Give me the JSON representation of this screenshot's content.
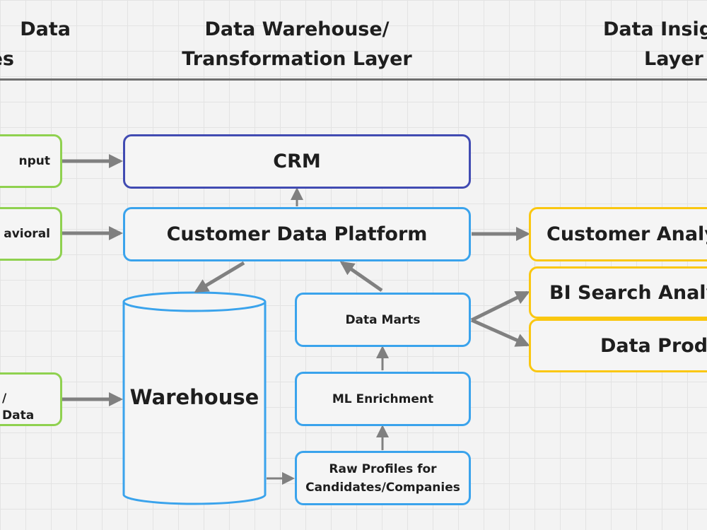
{
  "headers": {
    "sources": [
      "Data",
      "es"
    ],
    "warehouse": [
      "Data Warehouse/",
      "Transformation Layer"
    ],
    "insights": [
      "Data Insig",
      "Layer"
    ]
  },
  "sources": {
    "input": "nput",
    "behavioral": "avioral",
    "third": [
      "/",
      "Data"
    ]
  },
  "nodes": {
    "crm": "CRM",
    "cdp": "Customer Data Platform",
    "warehouse": "Warehouse",
    "data_marts": "Data Marts",
    "ml_enrichment": "ML Enrichment",
    "raw_profiles": [
      "Raw Profiles for",
      "Candidates/Companies"
    ]
  },
  "insights": {
    "customer_analytics": "Customer Analy",
    "bi_search": "BI Search Analy",
    "data_products": "Data Produ"
  },
  "colors": {
    "source_border": "#8fd14f",
    "platform_border": "#3aa3ec",
    "crm_border": "#414bb2",
    "insight_border": "#fac710",
    "arrow": "#808080",
    "divider": "#6e6e6e"
  }
}
